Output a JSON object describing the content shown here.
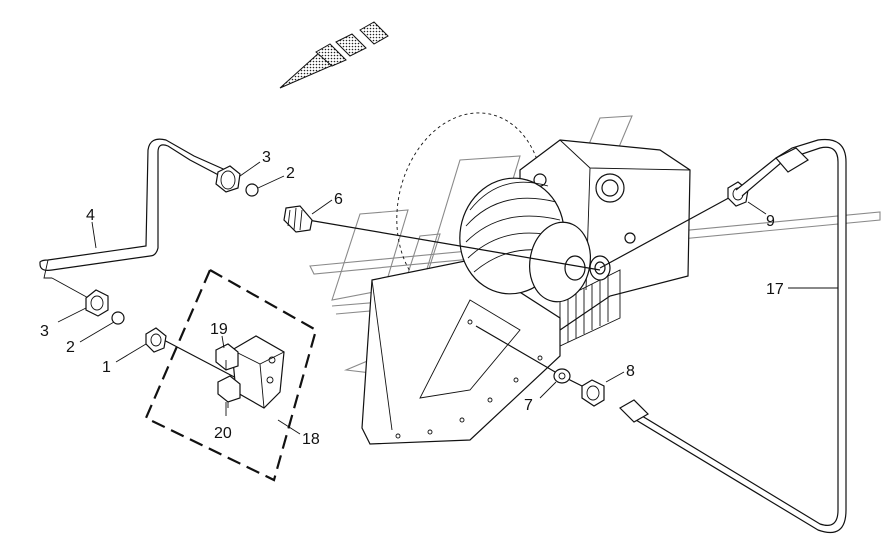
{
  "diagram": {
    "callouts": [
      {
        "id": "c3a",
        "label": "3"
      },
      {
        "id": "c2a",
        "label": "2"
      },
      {
        "id": "c6",
        "label": "6"
      },
      {
        "id": "c4",
        "label": "4"
      },
      {
        "id": "c3b",
        "label": "3"
      },
      {
        "id": "c2b",
        "label": "2"
      },
      {
        "id": "c1",
        "label": "1"
      },
      {
        "id": "c19",
        "label": "19"
      },
      {
        "id": "c20",
        "label": "20"
      },
      {
        "id": "c18",
        "label": "18"
      },
      {
        "id": "c9",
        "label": "9"
      },
      {
        "id": "c17",
        "label": "17"
      },
      {
        "id": "c8",
        "label": "8"
      },
      {
        "id": "c7",
        "label": "7"
      }
    ],
    "direction_arrow_icon": "direction-arrow-icon"
  }
}
